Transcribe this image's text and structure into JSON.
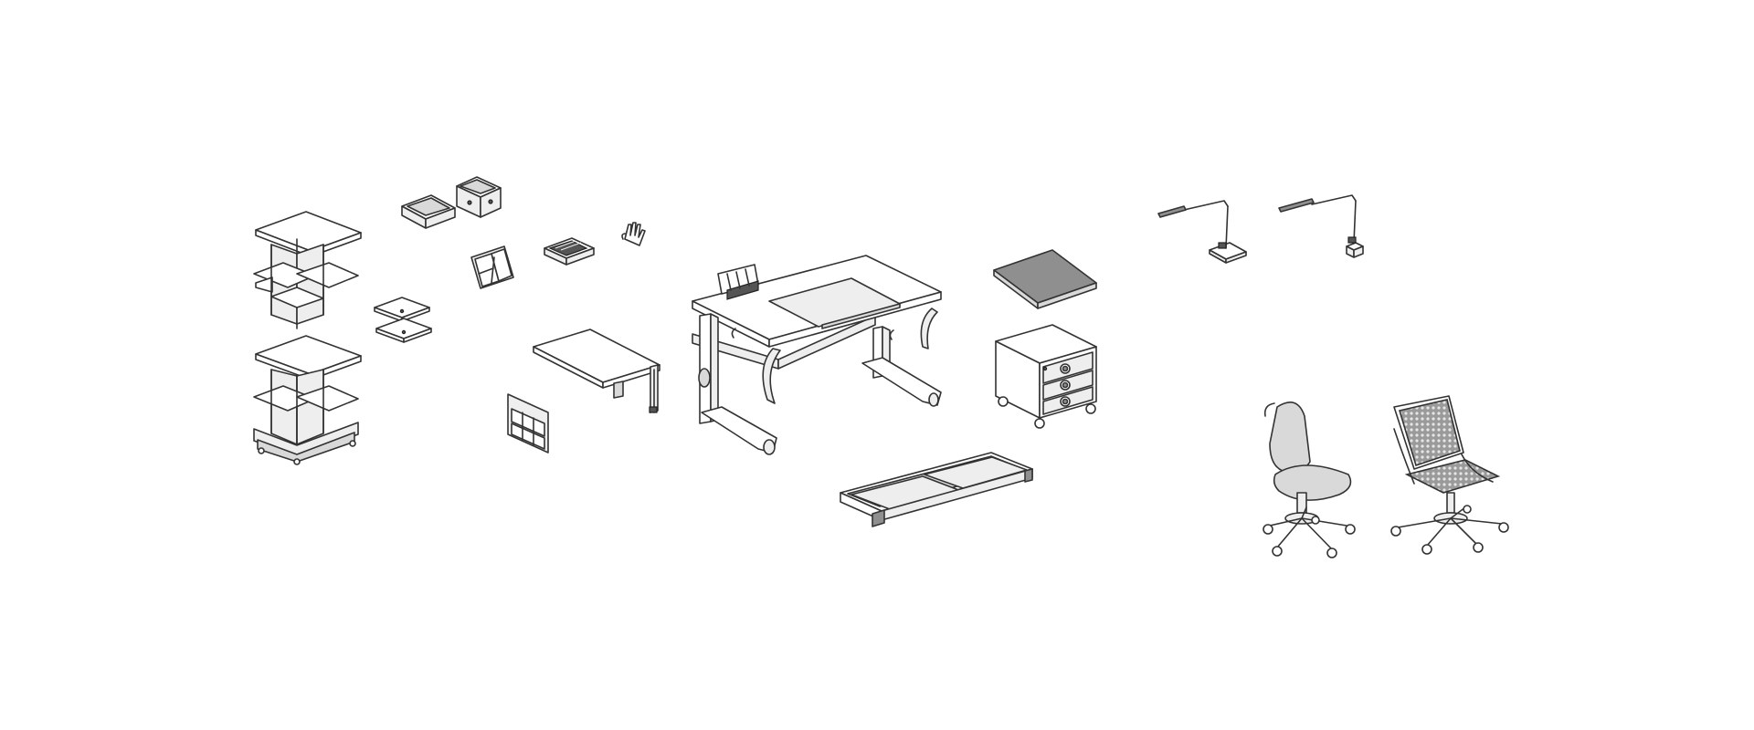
{
  "scene": {
    "background": "#ffffff",
    "line_color": "#333333",
    "fill_light": "#eeeeee",
    "fill_mid": "#d9d9d9",
    "fill_dark": "#8f8f8f",
    "items": [
      {
        "key": "bookcase-top",
        "icon": "shelf-unit-icon"
      },
      {
        "key": "bookcase-castors",
        "icon": "shelf-unit-with-castors-icon"
      },
      {
        "key": "shelf-inserts",
        "icon": "shelf-insert-icon"
      },
      {
        "key": "storage-boxes",
        "icon": "storage-box-icon"
      },
      {
        "key": "reading-stand",
        "icon": "book-stand-icon"
      },
      {
        "key": "pen-tray",
        "icon": "pen-tray-icon"
      },
      {
        "key": "hook",
        "icon": "bag-hook-icon"
      },
      {
        "key": "side-table",
        "icon": "side-table-icon"
      },
      {
        "key": "wall-pockets",
        "icon": "wall-organizer-icon"
      },
      {
        "key": "desk",
        "icon": "height-adjustable-desk-icon"
      },
      {
        "key": "drawer-tray",
        "icon": "under-desk-drawer-icon"
      },
      {
        "key": "seat-cushion",
        "icon": "cushion-icon"
      },
      {
        "key": "container",
        "icon": "drawer-container-icon"
      },
      {
        "key": "lamp-base",
        "icon": "desk-lamp-icon"
      },
      {
        "key": "lamp-clamp",
        "icon": "clamp-lamp-icon"
      },
      {
        "key": "chair-solid",
        "icon": "swivel-chair-icon"
      },
      {
        "key": "chair-mesh",
        "icon": "mesh-swivel-chair-icon"
      }
    ]
  }
}
